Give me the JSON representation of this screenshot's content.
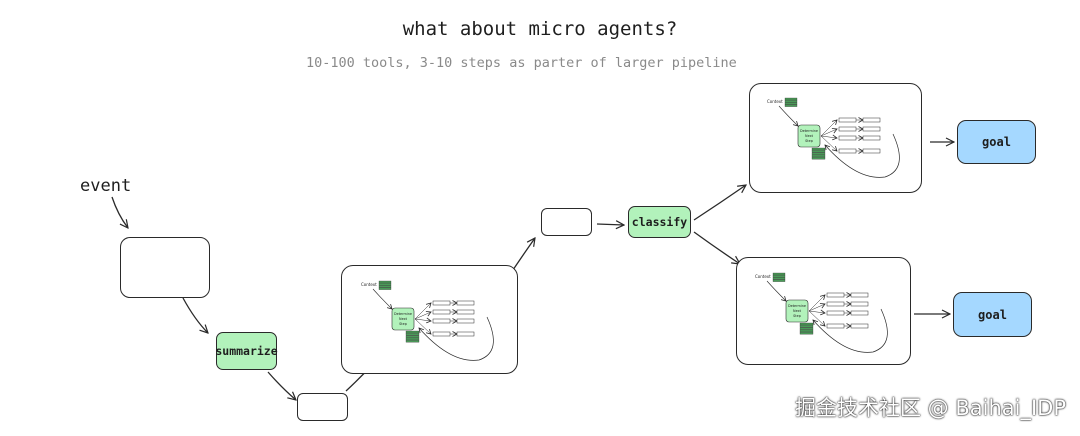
{
  "title": "what about micro agents?",
  "subtitle": "10-100 tools, 3-10 steps as parter of larger pipeline",
  "event_label": "event",
  "summarize_label": "summarize",
  "classify_label": "classify",
  "goal_top_label": "goal",
  "goal_bottom_label": "goal",
  "mini_context_label": "Context",
  "mini_node_label": "Determine Next Step",
  "watermark": "掘金技术社区 @ Baihai_IDP",
  "colors": {
    "green": "#b2f2bb",
    "blue": "#a5d8ff",
    "stroke": "#2a2a2a"
  }
}
